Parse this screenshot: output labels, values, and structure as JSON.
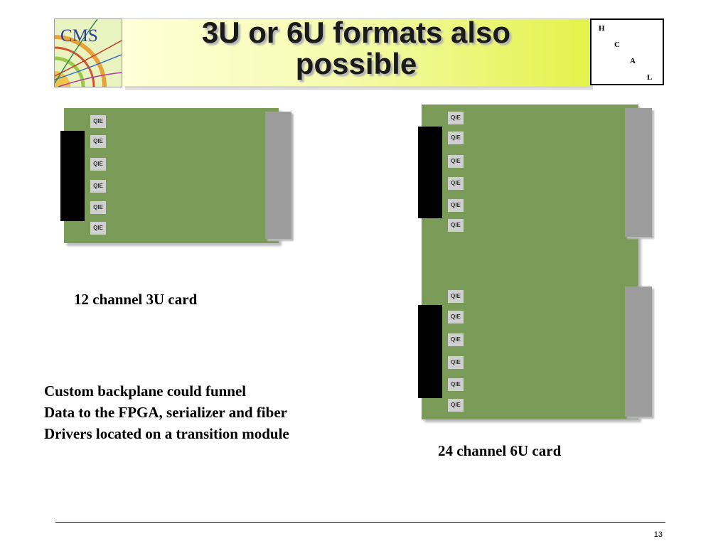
{
  "header": {
    "logo_text": "CMS",
    "title_line1": "3U or 6U formats also",
    "title_line2": "possible",
    "corner_letters": [
      "H",
      "C",
      "A",
      "L"
    ]
  },
  "card_3u": {
    "chip_label": "QIE",
    "chip_count": 6,
    "caption": "12 channel 3U card"
  },
  "card_6u": {
    "chip_label": "QIE",
    "chip_count": 12,
    "caption": "24 channel 6U card"
  },
  "body_text": [
    "Custom backplane could funnel",
    "Data to the FPGA, serializer and fiber",
    "Drivers located on a transition module"
  ],
  "footer": {
    "page_number": "13"
  },
  "colors": {
    "board_green": "#7b9b59",
    "front_connector": "#000000",
    "rear_connector": "#9c9c9c",
    "chip_gray": "#d0d0d0",
    "title_band_end": "#e3f24a"
  }
}
